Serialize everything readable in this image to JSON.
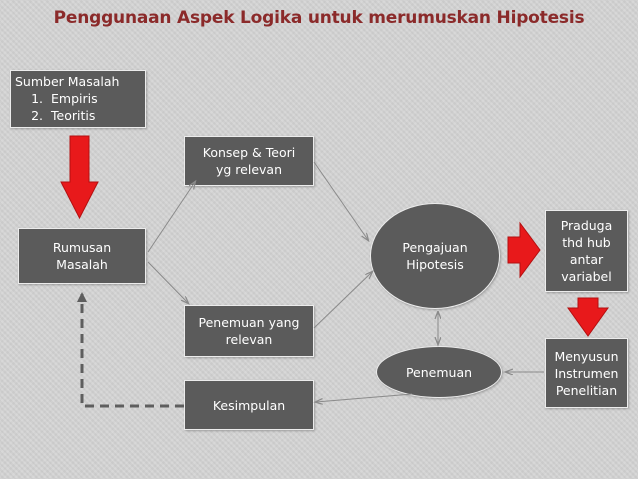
{
  "title": "Penggunaan Aspek Logika untuk merumuskan Hipotesis",
  "nodes": {
    "sumber_masalah": {
      "heading": "Sumber Masalah",
      "items": [
        "Empiris",
        "Teoritis"
      ]
    },
    "rumusan_masalah": {
      "lines": [
        "Rumusan",
        "Masalah"
      ]
    },
    "konsep_teori": {
      "lines": [
        "Konsep & Teori",
        "yg relevan"
      ]
    },
    "penemuan_relevan": {
      "lines": [
        "Penemuan yang",
        "relevan"
      ]
    },
    "kesimpulan": {
      "lines": [
        "Kesimpulan"
      ]
    },
    "pengajuan_hipotesis": {
      "lines": [
        "Pengajuan",
        "Hipotesis"
      ]
    },
    "penemuan": {
      "lines": [
        "Penemuan"
      ]
    },
    "praduga": {
      "lines": [
        "Praduga",
        "thd hub",
        "antar",
        "variabel"
      ]
    },
    "menyusun_instrumen": {
      "lines": [
        "Menyusun",
        "Instrumen",
        "Penelitian"
      ]
    }
  },
  "colors": {
    "box_fill": "#5b5b5b",
    "box_border": "#ececec",
    "title": "#8b2a2a",
    "block_arrow": "#e8191b",
    "connector": "#8a8a8a",
    "dashed_connector": "#5e5e5e",
    "background": "#d4d4d4"
  }
}
